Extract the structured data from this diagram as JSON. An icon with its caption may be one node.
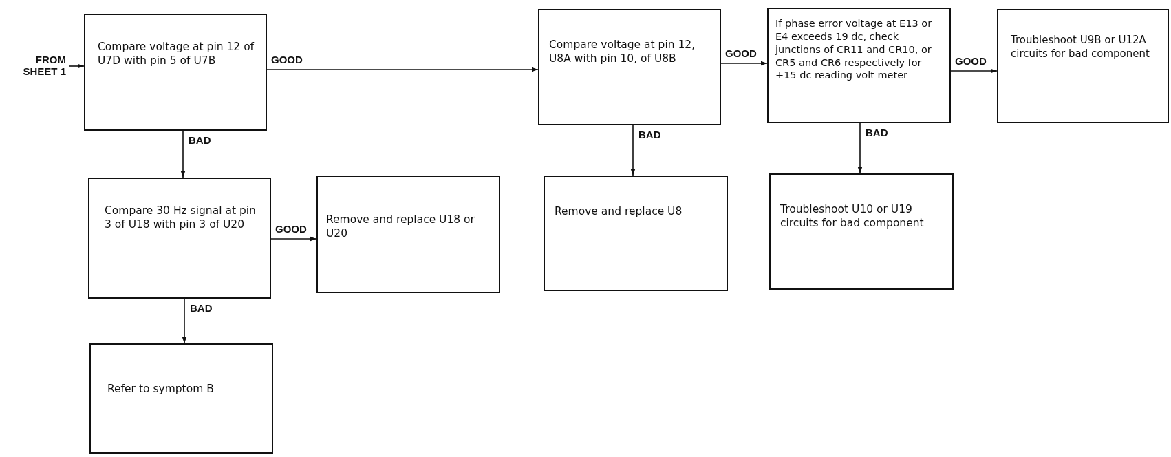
{
  "diagram": {
    "nodes": [
      {
        "text": [
          "FROM SHEET 1"
        ]
      },
      {
        "text": [
          "Compare voltage at pin 12 of U7D with pin 5 of U7B"
        ]
      },
      {
        "text": [
          "Compare voltage at pin 12, U8A with pin 10, of U8B"
        ]
      },
      {
        "text": [
          "If phase error voltage at E13 or E4 exceeds 19 dc, check junctions of CR11 and CR10, or CR5 and CR6 respectively for +15 dc reading volt meter"
        ]
      },
      {
        "text": [
          "Troubleshoot U9B or U12A circuits for bad component"
        ]
      },
      {
        "text": [
          "Compare 30 Hz signal at pin 3 of U18 with pin 3 of U20"
        ]
      },
      {
        "text": [
          "Remove and replace U18 or U20"
        ]
      },
      {
        "text": [
          "Remove and replace U8"
        ]
      },
      {
        "text": [
          "Troubleshoot U10 or U19 circuits for bad component"
        ]
      },
      {
        "text": [
          "Refer to symptom B"
        ]
      }
    ],
    "edges": [
      {
        "from": 0,
        "to": 1,
        "arrow": "to"
      },
      {
        "from": 1,
        "to": 2,
        "arrow": "to",
        "label": "GOOD"
      },
      {
        "from": 1,
        "to": 5,
        "arrow": "to",
        "label": "BAD"
      },
      {
        "from": 2,
        "to": 3,
        "arrow": "to",
        "label": "GOOD"
      },
      {
        "from": 2,
        "to": 7,
        "arrow": "to",
        "label": "BAD"
      },
      {
        "from": 3,
        "to": 4,
        "arrow": "to",
        "label": "GOOD"
      },
      {
        "from": 3,
        "to": 8,
        "arrow": "to",
        "label": "BAD"
      },
      {
        "from": 5,
        "to": 6,
        "arrow": "to",
        "label": "GOOD"
      },
      {
        "from": 5,
        "to": 9,
        "arrow": "to",
        "label": "BAD"
      }
    ]
  }
}
